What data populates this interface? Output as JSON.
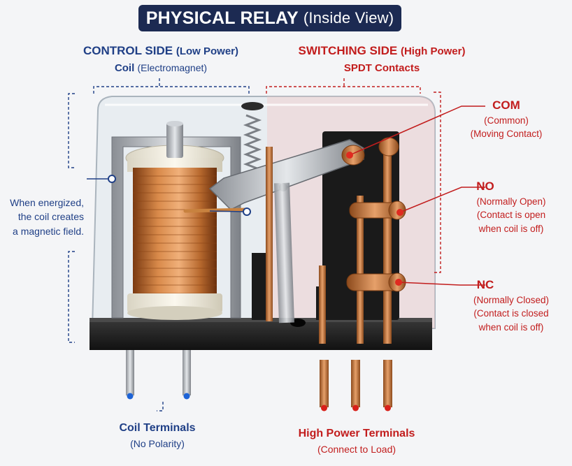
{
  "title": {
    "main": "PHYSICAL RELAY",
    "sub": "(Inside View)"
  },
  "control_side": {
    "heading": "CONTROL SIDE",
    "heading_paren": "(Low Power)",
    "subheading": "Coil",
    "subheading_paren": "(Electromagnet)",
    "note_lines": [
      "When energized,",
      "the coil creates",
      "a magnetic field."
    ]
  },
  "switching_side": {
    "heading": "SWITCHING SIDE",
    "heading_paren": "(High Power)",
    "subheading": "SPDT Contacts"
  },
  "contacts": {
    "com": {
      "label": "COM",
      "lines": [
        "(Common)",
        "(Moving Contact)"
      ]
    },
    "no": {
      "label": "NO",
      "lines": [
        "(Normally Open)",
        "(Contact is open",
        "when coil is off)"
      ]
    },
    "nc": {
      "label": "NC",
      "lines": [
        "(Normally Closed)",
        "(Contact is closed",
        "when coil is off)"
      ]
    }
  },
  "coil_terminals": {
    "title": "Coil Terminals",
    "sub": "(No Polarity)"
  },
  "high_power_terminals": {
    "title": "High Power Terminals",
    "sub": "(Connect to Load)"
  },
  "colors": {
    "navy": "#1c2a52",
    "blue_label": "#1f3f86",
    "red_label": "#c21d1d",
    "copper": "#b8692e",
    "base": "#1e1e1e"
  }
}
